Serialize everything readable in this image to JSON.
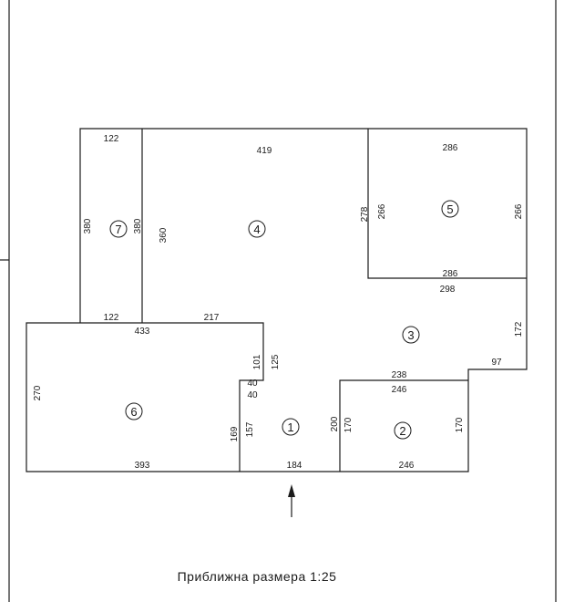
{
  "rooms": [
    {
      "number": "1"
    },
    {
      "number": "2"
    },
    {
      "number": "3"
    },
    {
      "number": "4"
    },
    {
      "number": "5"
    },
    {
      "number": "6"
    },
    {
      "number": "7"
    }
  ],
  "dimensions": {
    "r7_top": "122",
    "r7_left": "380",
    "r7_right": "380",
    "r7_bottom": "122",
    "r4_top": "419",
    "r4_left": "360",
    "r4_right": "278",
    "r5_top": "286",
    "r5_left": "266",
    "r5_right": "266",
    "r5_bottom": "286",
    "r3_top": "298",
    "r3_right": "172",
    "r3_step": "97",
    "r3_bottom": "238",
    "mid_433": "433",
    "mid_217": "217",
    "r6_left": "270",
    "r6_bottom": "393",
    "step_101": "101",
    "step_125": "125",
    "step_40a": "40",
    "step_40b": "40",
    "r1_left_outer": "169",
    "r1_left_inner": "157",
    "r1_right": "200",
    "r1_bottom": "184",
    "r2_top": "246",
    "r2_left": "170",
    "r2_right": "170",
    "r2_bottom": "246"
  },
  "scale_label": "Приближна размера 1:25"
}
